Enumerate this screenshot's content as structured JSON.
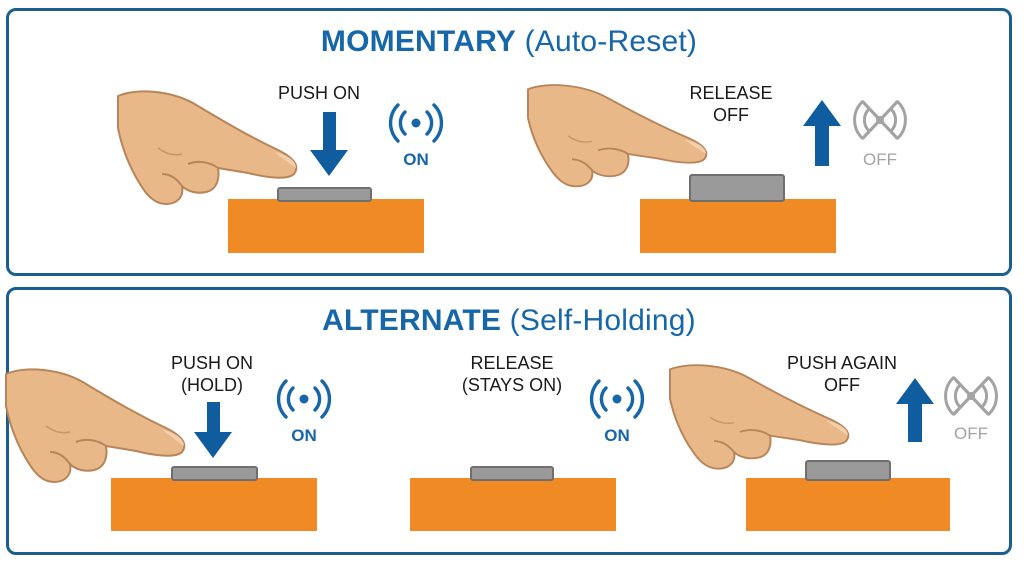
{
  "colors": {
    "border": "#1a5f8e",
    "title": "#1767a8",
    "arrow": "#0f5c9e",
    "base": "#f08a24",
    "button_cap": "#9a9a9a",
    "signal_on": "#1767a8",
    "signal_off": "#a3a3a3",
    "skin": "#e8b888"
  },
  "momentary": {
    "title_main": "MOMENTARY",
    "title_sub": "(Auto-Reset)",
    "step1": {
      "line1": "PUSH ON",
      "signal": "ON",
      "arrow": "down"
    },
    "step2": {
      "line1": "RELEASE",
      "line2": "OFF",
      "signal": "OFF",
      "arrow": "up"
    }
  },
  "alternate": {
    "title_main": "ALTERNATE",
    "title_sub": "(Self-Holding)",
    "step1": {
      "line1": "PUSH ON",
      "line2": "(HOLD)",
      "signal": "ON",
      "arrow": "down"
    },
    "step2": {
      "line1": "RELEASE",
      "line2": "(STAYS ON)",
      "signal": "ON"
    },
    "step3": {
      "line1": "PUSH AGAIN",
      "line2": "OFF",
      "signal": "OFF",
      "arrow": "up"
    }
  }
}
